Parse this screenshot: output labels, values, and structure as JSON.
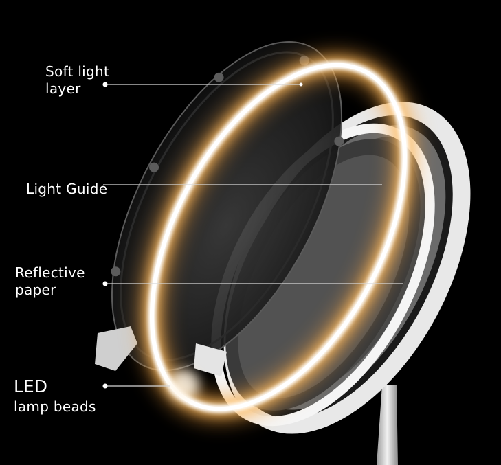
{
  "callouts": {
    "soft_light_layer": {
      "line1": "Soft light",
      "line2": "layer"
    },
    "light_guide": {
      "text": "Light Guide"
    },
    "reflective_paper": {
      "line1": "Reflective",
      "line2": "paper"
    },
    "led_lamp_beads": {
      "line1": "LED",
      "line2": "lamp beads"
    }
  },
  "colors": {
    "background": "#000000",
    "label_text": "#ffffff",
    "leader_line": "#d8d8d8",
    "glow_white": "#ffffff",
    "glow_warm": "#f6a23c",
    "housing": "#d9d9d9"
  }
}
